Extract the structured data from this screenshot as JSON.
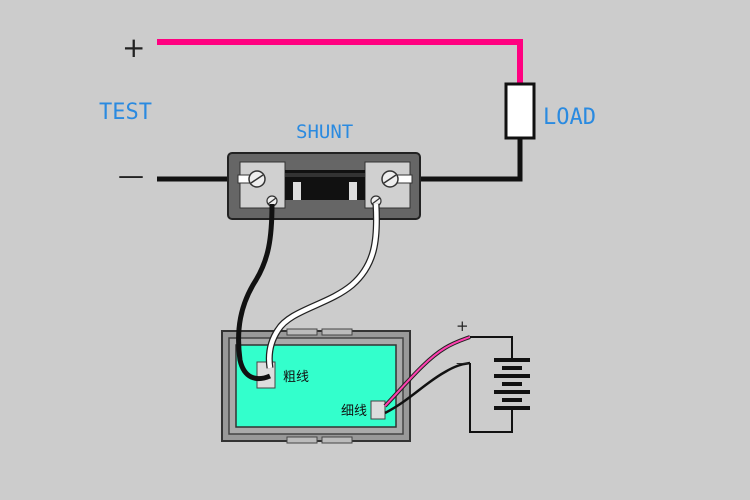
{
  "labels": {
    "test": "TEST",
    "shunt": "SHUNT",
    "load": "LOAD",
    "plus": "+",
    "minus": "—",
    "thick_wire": "粗线",
    "thin_wire": "细线",
    "battery_plus": "+",
    "battery_minus": "—"
  },
  "colors": {
    "background": "#cccccc",
    "positive_wire": "#ff0080",
    "negative_wire": "#111111",
    "meter_screen": "#33ffcc",
    "label_blue": "#2a8ae0"
  }
}
